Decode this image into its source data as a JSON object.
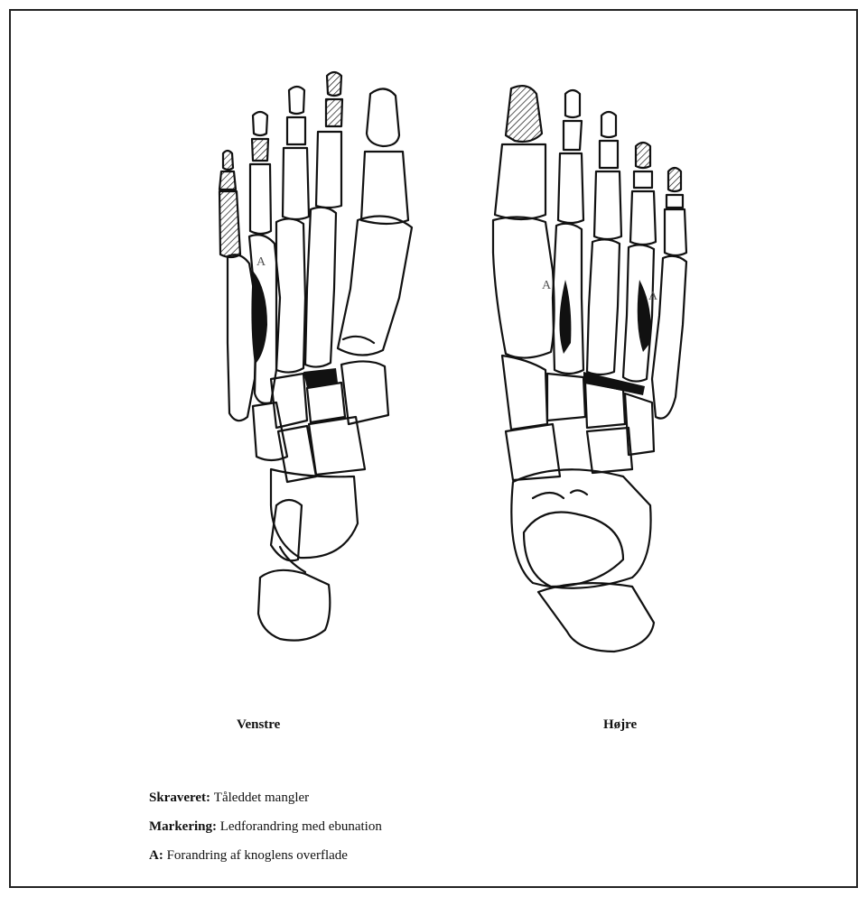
{
  "labels": {
    "left_foot": "Venstre",
    "right_foot": "Højre",
    "marker_letter": "A"
  },
  "legend": [
    {
      "key": "Skraveret:",
      "value": "Tåleddet mangler"
    },
    {
      "key": "Markering:",
      "value": "Ledforandring med ebunation"
    },
    {
      "key": "A:",
      "value": "Forandring af knoglens overflade"
    }
  ],
  "colors": {
    "ink": "#111111",
    "frame": "#222222",
    "background": "#ffffff"
  }
}
